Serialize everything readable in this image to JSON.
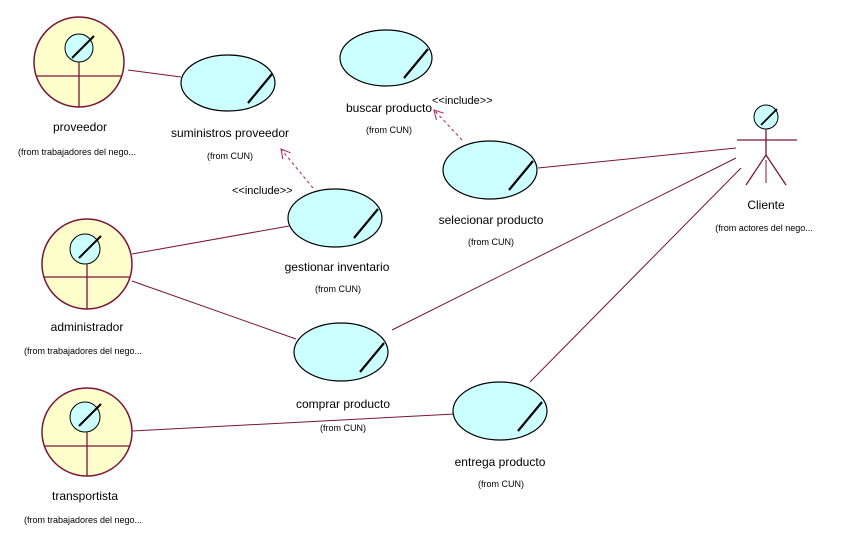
{
  "colors": {
    "association_line": "#7a1438",
    "dependency_line": "#b02050",
    "use_case_fill": "#ccffff",
    "use_case_stroke": "#000000",
    "business_worker_fill": "#ffffcc",
    "business_worker_stroke": "#7a1438",
    "actor_head_fill": "#ccffff",
    "actor_body_stroke": "#7a1438"
  },
  "business_workers": [
    {
      "name": "proveedor",
      "source": "(from trabajadores del nego..."
    },
    {
      "name": "administrador",
      "source": "(from trabajadores del nego..."
    },
    {
      "name": "transportista",
      "source": "(from trabajadores del nego..."
    }
  ],
  "actors": [
    {
      "name": "Cliente",
      "source": "(from actores del nego..."
    }
  ],
  "use_cases": [
    {
      "name": "suministros proveedor",
      "source": "(from CUN)"
    },
    {
      "name": "buscar producto",
      "source": "(from CUN)"
    },
    {
      "name": "selecionar producto",
      "source": "(from CUN)"
    },
    {
      "name": "gestionar inventario",
      "source": "(from CUN)"
    },
    {
      "name": "comprar producto",
      "source": "(from CUN)"
    },
    {
      "name": "entrega producto",
      "source": "(from CUN)"
    }
  ],
  "dependencies": [
    {
      "from": "gestionar inventario",
      "to": "suministros proveedor",
      "stereotype": "<<include>>"
    },
    {
      "from": "selecionar producto",
      "to": "buscar producto",
      "stereotype": "<<include>>"
    }
  ],
  "associations": [
    [
      "proveedor",
      "suministros proveedor"
    ],
    [
      "administrador",
      "gestionar inventario"
    ],
    [
      "administrador",
      "comprar producto"
    ],
    [
      "transportista",
      "entrega producto"
    ],
    [
      "Cliente",
      "selecionar producto"
    ],
    [
      "Cliente",
      "comprar producto"
    ],
    [
      "Cliente",
      "entrega producto"
    ]
  ]
}
